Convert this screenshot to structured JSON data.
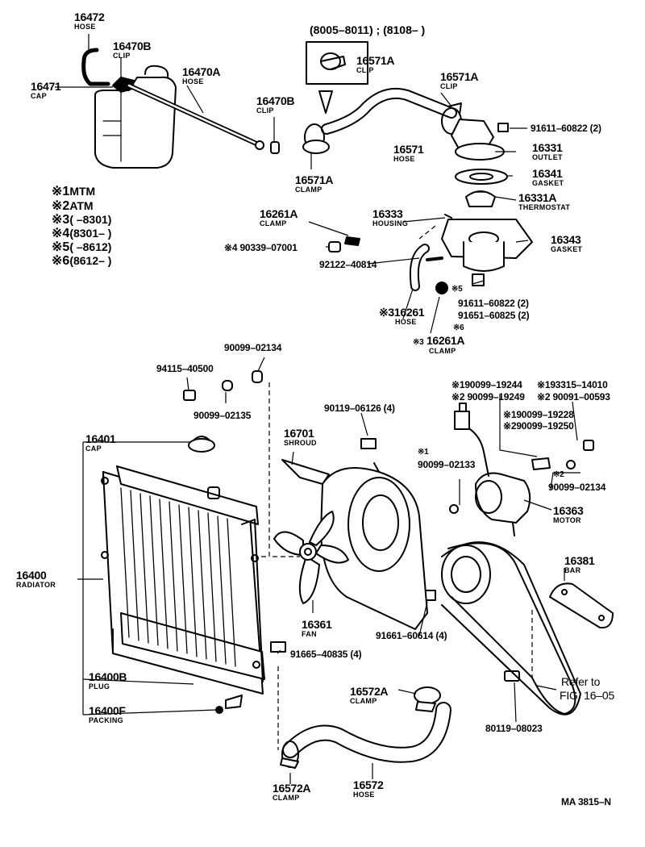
{
  "header": {
    "note": "(8005–8011) ; (8108–          )"
  },
  "legend": {
    "items": [
      {
        "mark": "※1",
        "text": "MTM"
      },
      {
        "mark": "※2",
        "text": "ATM"
      },
      {
        "mark": "※3",
        "text": "(        –8301)"
      },
      {
        "mark": "※4",
        "text": "(8301–          )"
      },
      {
        "mark": "※5",
        "text": "(        –8612)"
      },
      {
        "mark": "※6",
        "text": "(8612–          )"
      }
    ]
  },
  "callouts": [
    {
      "id": "16472",
      "number": "16472",
      "name": "HOSE"
    },
    {
      "id": "16470b-top",
      "number": "16470B",
      "name": "CLIP"
    },
    {
      "id": "16471",
      "number": "16471",
      "name": "CAP"
    },
    {
      "id": "16470a",
      "number": "16470A",
      "name": "HOSE"
    },
    {
      "id": "16470b-mid",
      "number": "16470B",
      "name": "CLIP"
    },
    {
      "id": "16571a-inset",
      "number": "16571A",
      "name": "CLIP"
    },
    {
      "id": "16571a-clip",
      "number": "16571A",
      "name": "CLIP"
    },
    {
      "id": "16571",
      "number": "16571",
      "name": "HOSE"
    },
    {
      "id": "16571a-clamp",
      "number": "16571A",
      "name": "CLAMP"
    },
    {
      "id": "16331",
      "number": "16331",
      "name": "OUTLET"
    },
    {
      "id": "16341",
      "number": "16341",
      "name": "GASKET"
    },
    {
      "id": "16331a",
      "number": "16331A",
      "name": "THERMOSTAT"
    },
    {
      "id": "16261a-top",
      "number": "16261A",
      "name": "CLAMP"
    },
    {
      "id": "16333",
      "number": "16333",
      "name": "HOUSING"
    },
    {
      "id": "16343",
      "number": "16343",
      "name": "GASKET"
    },
    {
      "id": "16261",
      "number": "16261",
      "name": "HOSE",
      "mark": "※3"
    },
    {
      "id": "16261a-bot",
      "number": "16261A",
      "name": "CLAMP",
      "mark": "※3"
    },
    {
      "id": "16401",
      "number": "16401",
      "name": "CAP"
    },
    {
      "id": "16701",
      "number": "16701",
      "name": "SHROUD"
    },
    {
      "id": "16363",
      "number": "16363",
      "name": "MOTOR"
    },
    {
      "id": "16381",
      "number": "16381",
      "name": "BAR"
    },
    {
      "id": "16400",
      "number": "16400",
      "name": "RADIATOR"
    },
    {
      "id": "16361",
      "number": "16361",
      "name": "FAN"
    },
    {
      "id": "16400b",
      "number": "16400B",
      "name": "PLUG"
    },
    {
      "id": "16400f",
      "number": "16400F",
      "name": "PACKING"
    },
    {
      "id": "16572a-top",
      "number": "16572A",
      "name": "CLAMP"
    },
    {
      "id": "16572a-bot",
      "number": "16572A",
      "name": "CLAMP"
    },
    {
      "id": "16572",
      "number": "16572",
      "name": "HOSE"
    }
  ],
  "refs": [
    {
      "id": "91611-60822-top",
      "text": "91611–60822 (2)"
    },
    {
      "id": "90339-07001",
      "text": "※4 90339–07001"
    },
    {
      "id": "92122-40814",
      "text": "92122–40814"
    },
    {
      "id": "mark5",
      "text": "※5"
    },
    {
      "id": "91611-60822-bot",
      "text": "91611–60822 (2)"
    },
    {
      "id": "91651-60825",
      "text": "91651–60825 (2)"
    },
    {
      "id": "mark6",
      "text": "※6"
    },
    {
      "id": "90099-02134-top",
      "text": "90099–02134"
    },
    {
      "id": "94115-40500",
      "text": "94115–40500"
    },
    {
      "id": "90099-02135",
      "text": "90099–02135"
    },
    {
      "id": "90119-06126",
      "text": "90119–06126 (4)"
    },
    {
      "id": "90099-19244",
      "text": "※190099–19244"
    },
    {
      "id": "93315-14010",
      "text": "※193315–14010"
    },
    {
      "id": "90099-19249",
      "text": "※2 90099–19249"
    },
    {
      "id": "90091-00593",
      "text": "※2 90091–00593"
    },
    {
      "id": "90099-19228",
      "text": "※190099–19228"
    },
    {
      "id": "90099-19250",
      "text": "※290099–19250"
    },
    {
      "id": "mark1",
      "text": "※1"
    },
    {
      "id": "90099-02133",
      "text": "90099–02133"
    },
    {
      "id": "mark2",
      "text": "※2"
    },
    {
      "id": "90099-02134-mid",
      "text": "90099–02134"
    },
    {
      "id": "91661-60614",
      "text": "91661–60614 (4)"
    },
    {
      "id": "91665-40835",
      "text": "91665–40835 (4)"
    },
    {
      "id": "refer",
      "text": "Refer to"
    },
    {
      "id": "fig",
      "text": "FIG. 16–05"
    },
    {
      "id": "80119-08023",
      "text": "80119–08023"
    }
  ],
  "footer": {
    "code": "MA 3815–N"
  }
}
